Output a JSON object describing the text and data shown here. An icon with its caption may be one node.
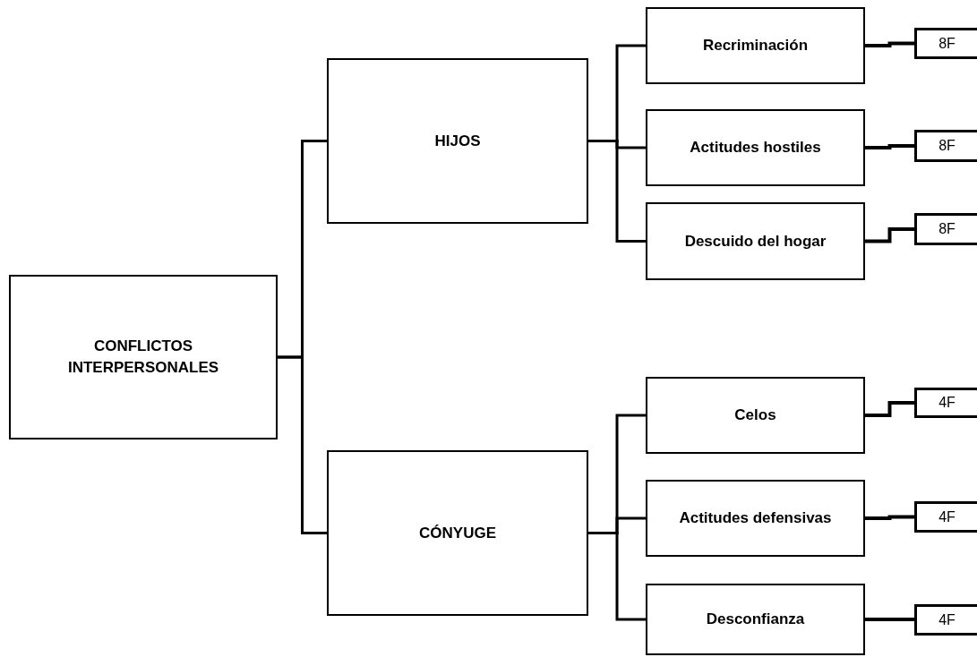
{
  "diagram": {
    "nodes": [
      {
        "text": [
          "CONFLICTOS INTERPERSONALES"
        ]
      },
      {
        "text": [
          "HIJOS"
        ]
      },
      {
        "text": [
          "CÓNYUGE"
        ]
      },
      {
        "text": [
          "Recriminación"
        ]
      },
      {
        "text": [
          "Actitudes hostiles"
        ]
      },
      {
        "text": [
          "Descuido del hogar"
        ]
      },
      {
        "text": [
          "Celos"
        ]
      },
      {
        "text": [
          "Actitudes defensivas"
        ]
      },
      {
        "text": [
          "Desconfianza"
        ]
      },
      {
        "text": [
          "8F"
        ]
      },
      {
        "text": [
          "8F"
        ]
      },
      {
        "text": [
          "8F"
        ]
      },
      {
        "text": [
          "4F"
        ]
      },
      {
        "text": [
          "4F"
        ]
      },
      {
        "text": [
          "4F"
        ]
      }
    ],
    "edges": [
      {
        "from": 0,
        "to": 1,
        "arrow": "none"
      },
      {
        "from": 0,
        "to": 2,
        "arrow": "none"
      },
      {
        "from": 1,
        "to": 3,
        "arrow": "none"
      },
      {
        "from": 1,
        "to": 4,
        "arrow": "none"
      },
      {
        "from": 1,
        "to": 5,
        "arrow": "none"
      },
      {
        "from": 2,
        "to": 6,
        "arrow": "none"
      },
      {
        "from": 2,
        "to": 7,
        "arrow": "none"
      },
      {
        "from": 2,
        "to": 8,
        "arrow": "none"
      },
      {
        "from": 3,
        "to": 9,
        "arrow": "none"
      },
      {
        "from": 4,
        "to": 10,
        "arrow": "none"
      },
      {
        "from": 5,
        "to": 11,
        "arrow": "none"
      },
      {
        "from": 6,
        "to": 12,
        "arrow": "none"
      },
      {
        "from": 7,
        "to": 13,
        "arrow": "none"
      },
      {
        "from": 8,
        "to": 14,
        "arrow": "none"
      }
    ]
  }
}
